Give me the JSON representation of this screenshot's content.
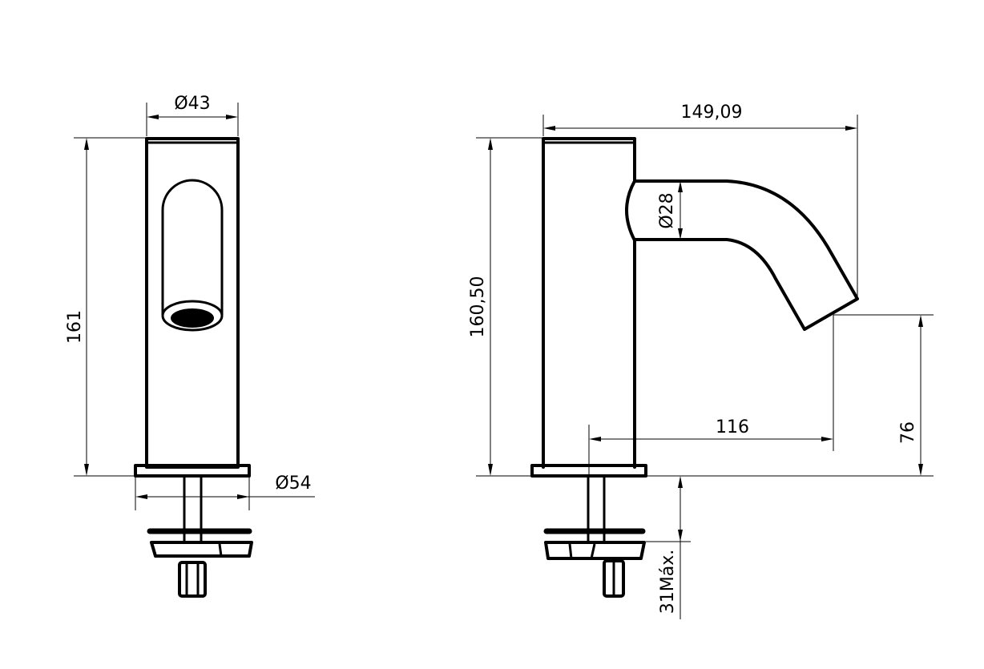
{
  "drawing": {
    "views": [
      {
        "name": "front-view",
        "dimensions": {
          "top_diameter": "Ø43",
          "height": "161",
          "base_diameter": "Ø54"
        }
      },
      {
        "name": "side-view",
        "dimensions": {
          "overall_width": "149,09",
          "height": "160,50",
          "spout_diameter": "Ø28",
          "reach": "116",
          "spout_height": "76",
          "max_deck_thickness": "31Máx."
        }
      }
    ],
    "colors": {
      "line": "#000000",
      "background": "#ffffff"
    }
  }
}
